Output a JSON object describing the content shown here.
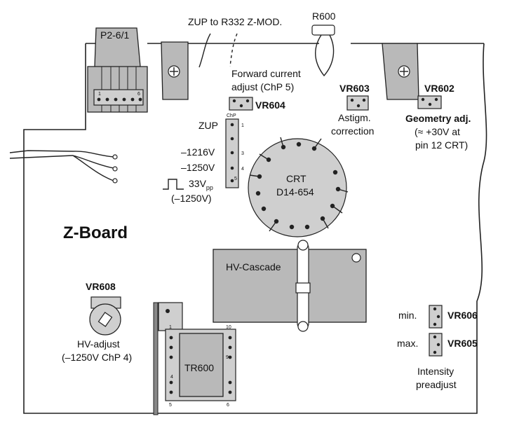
{
  "labels": {
    "connector": "P2-6/1",
    "connector_pin_left": "1",
    "connector_pin_right": "6",
    "zup_r332": "ZUP to R332 Z-MOD.",
    "r600": "R600",
    "forward_current_line1": "Forward current",
    "forward_current_line2": "adjust (ChP 5)",
    "vr604": "VR604",
    "vr603": "VR603",
    "astigm_line1": "Astigm.",
    "astigm_line2": "correction",
    "vr602": "VR602",
    "geometry_line1": "Geometry adj.",
    "geometry_line2": "(≈ +30V at",
    "geometry_line3": "pin 12 CRT)",
    "zup": "ZUP",
    "chp": "ChP",
    "chp_pins": [
      "1",
      "3",
      "4",
      "5"
    ],
    "v1216": "–1216V",
    "v1250": "–1250V",
    "v33": "33V",
    "v33_sub": "pp",
    "v33_paren": "(–1250V)",
    "crt_line1": "CRT",
    "crt_line2": "D14-654",
    "z_board": "Z-Board",
    "hv_cascade": "HV-Cascade",
    "vr608": "VR608",
    "hv_adjust_line1": "HV-adjust",
    "hv_adjust_line2": "(–1250V ChP 4)",
    "tr600": "TR600",
    "tr_pins": {
      "p1": "1",
      "p10": "10",
      "p9": "9",
      "p4": "4",
      "p5": "5",
      "p6": "6"
    },
    "min": "min.",
    "vr606": "VR606",
    "max": "max.",
    "vr605": "VR605",
    "intensity_line1": "Intensity",
    "intensity_line2": "preadjust"
  }
}
